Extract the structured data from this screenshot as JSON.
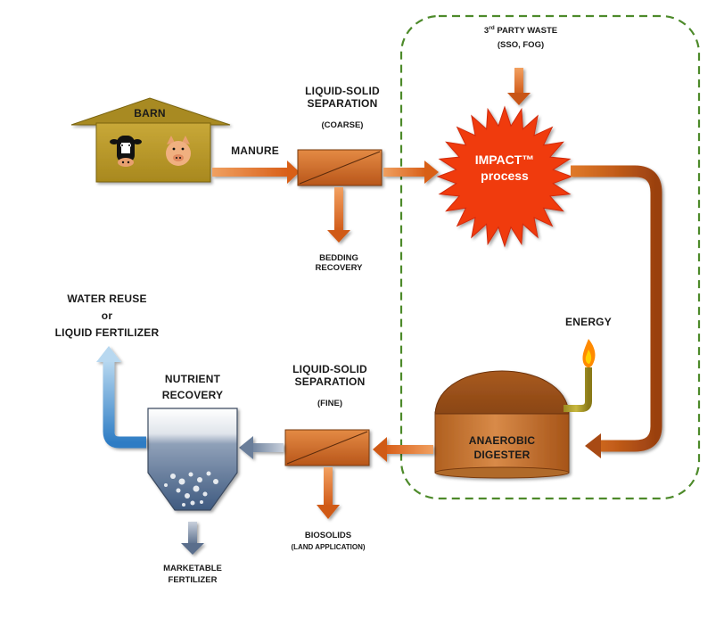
{
  "labels": {
    "barn": "BARN",
    "manure": "MANURE",
    "lss_coarse_1": "LIQUID-SOLID",
    "lss_coarse_2": "SEPARATION",
    "lss_coarse_3": "(COARSE)",
    "party_sup": "rd",
    "party_num": "3",
    "party_text": " PARTY WASTE",
    "party_sub": "(SSO, FOG)",
    "impact_1": "IMPACT™",
    "impact_2": "process",
    "bedding_1": "BEDDING",
    "bedding_2": "RECOVERY",
    "energy": "ENERGY",
    "digester_1": "ANAEROBIC",
    "digester_2": "DIGESTER",
    "lss_fine_1": "LIQUID-SOLID",
    "lss_fine_2": "SEPARATION",
    "lss_fine_3": "(FINE)",
    "biosolids_1": "BIOSOLIDS",
    "biosolids_2": "(LAND APPLICATION)",
    "water_1": "WATER REUSE",
    "water_2": "or",
    "water_3": "LIQUID FERTILIZER",
    "nutrient_1": "NUTRIENT",
    "nutrient_2": "RECOVERY",
    "fert_1": "MARKETABLE",
    "fert_2": "FERTILIZER"
  },
  "colors": {
    "barn": "#b8982c",
    "barn_roof": "#a88a22",
    "flow_orange": "#e46a1c",
    "flow_brown": "#c4601c",
    "impact_red": "#f03a10",
    "dashed_green": "#4d8a2a",
    "water_blue": "#2e7cc4",
    "nutrient_gray": "#6a7e9a"
  },
  "icons": [
    "cow-icon",
    "pig-icon",
    "flame-icon"
  ]
}
